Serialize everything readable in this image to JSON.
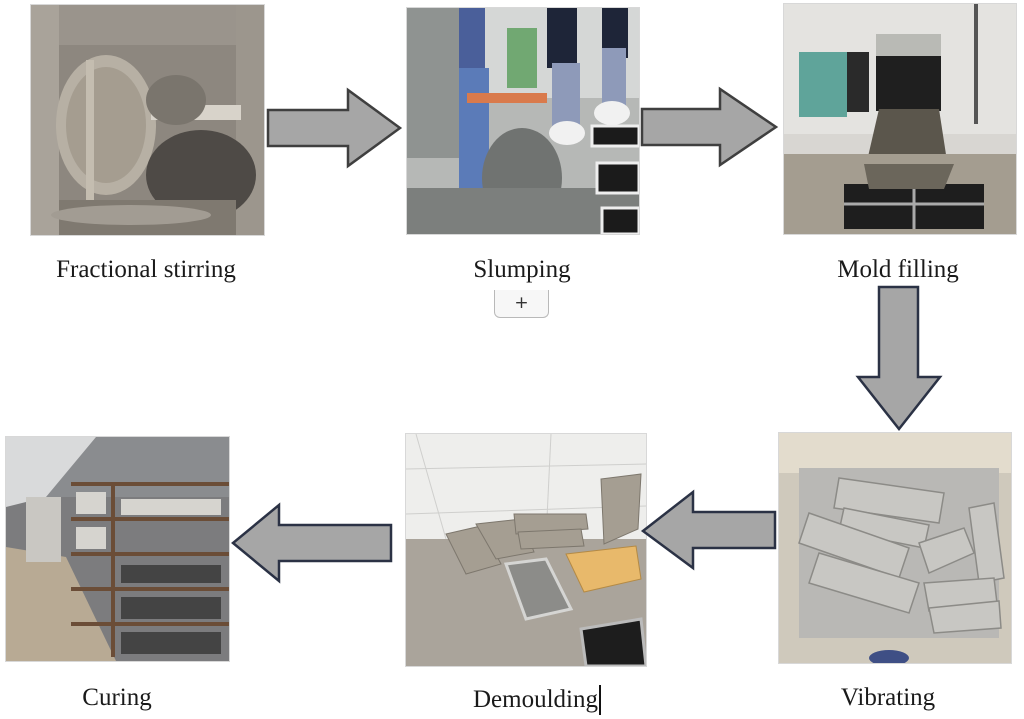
{
  "diagram": {
    "type": "process-flow",
    "steps": [
      {
        "order": 1,
        "label": "Fractional stirring",
        "image": "mixer-drum-with-concrete-photo"
      },
      {
        "order": 2,
        "label": "Slumping",
        "image": "slump-test-photo"
      },
      {
        "order": 3,
        "label": "Mold filling",
        "image": "mold-filling-machine-photo"
      },
      {
        "order": 4,
        "label": "Vibrating",
        "image": "vibrating-table-blocks-photo"
      },
      {
        "order": 5,
        "label": "Demoulding",
        "image": "demoulded-specimens-photo"
      },
      {
        "order": 6,
        "label": "Curing",
        "image": "curing-room-shelves-photo"
      }
    ],
    "connectors": [
      {
        "from": "Fractional stirring",
        "to": "Slumping",
        "direction": "right"
      },
      {
        "from": "Slumping",
        "to": "Mold filling",
        "direction": "right"
      },
      {
        "from": "Mold filling",
        "to": "Vibrating",
        "direction": "down"
      },
      {
        "from": "Vibrating",
        "to": "Demoulding",
        "direction": "left"
      },
      {
        "from": "Demoulding",
        "to": "Curing",
        "direction": "left"
      }
    ],
    "arrow_fill": "#a6a6a6",
    "arrow_stroke_top": "#3f3f3f",
    "arrow_stroke_other": "#2b3245"
  },
  "editor": {
    "add_button_label": "+",
    "text_cursor_after": "Demoulding"
  }
}
